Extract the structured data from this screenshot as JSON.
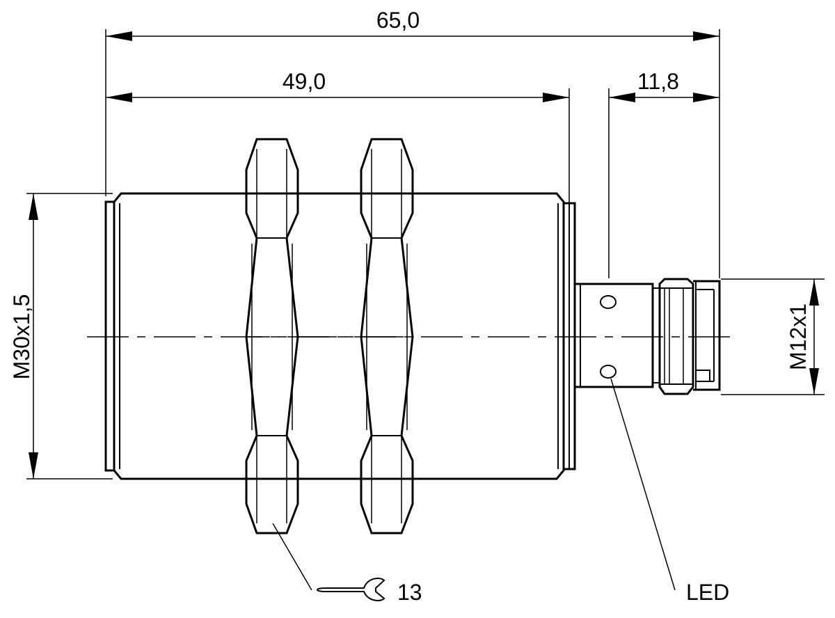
{
  "diagram": {
    "dimensions": {
      "overall_length": "65,0",
      "body_length": "49,0",
      "connector_length": "11,8",
      "thread_main": "M30x1,5",
      "thread_connector": "M12x1"
    },
    "callouts": {
      "wrench_size": "13",
      "led": "LED"
    },
    "icons": {
      "wrench": "wrench-icon"
    }
  }
}
